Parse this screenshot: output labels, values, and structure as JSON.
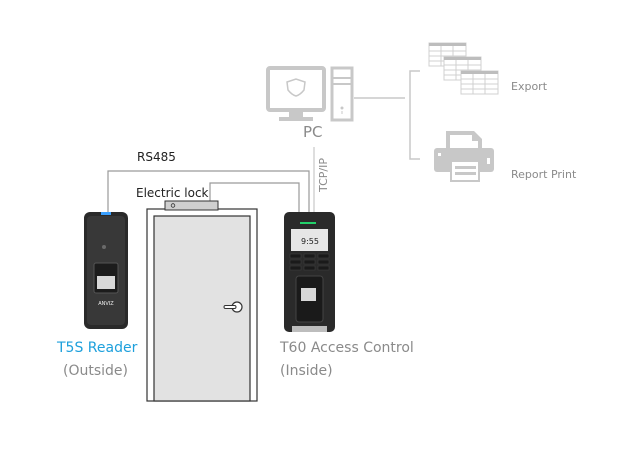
{
  "nodes": {
    "pc": {
      "label": "PC",
      "icon": "desktop-computer-icon"
    },
    "export": {
      "label": "Export",
      "icon": "spreadsheet-stack-icon"
    },
    "report_print": {
      "label": "Report Print",
      "icon": "printer-icon"
    },
    "reader": {
      "label": "T5S Reader",
      "sublabel": "(Outside)",
      "icon": "fingerprint-reader-icon"
    },
    "controller": {
      "label": "T60 Access Control",
      "sublabel": "(Inside)",
      "icon": "access-control-terminal-icon"
    },
    "door": {
      "label": "",
      "icon": "door-icon"
    },
    "lock": {
      "label": "Electric lock",
      "icon": "electric-lock-icon"
    }
  },
  "connections": {
    "rs485": "RS485",
    "tcpip": "TCP/IP"
  },
  "device_text": {
    "reader_brand": "ANVIZ",
    "controller_time": "9:55"
  },
  "colors": {
    "accent_blue": "#1ea0dc",
    "label_gray": "#8a8a8a",
    "line_gray": "#b4b4b4",
    "icon_gray": "#c8c8c8",
    "device_black": "#2a2a2a",
    "door_fill": "#e2e2e2",
    "led_blue": "#3aa0ff",
    "led_green": "#22d06a"
  }
}
